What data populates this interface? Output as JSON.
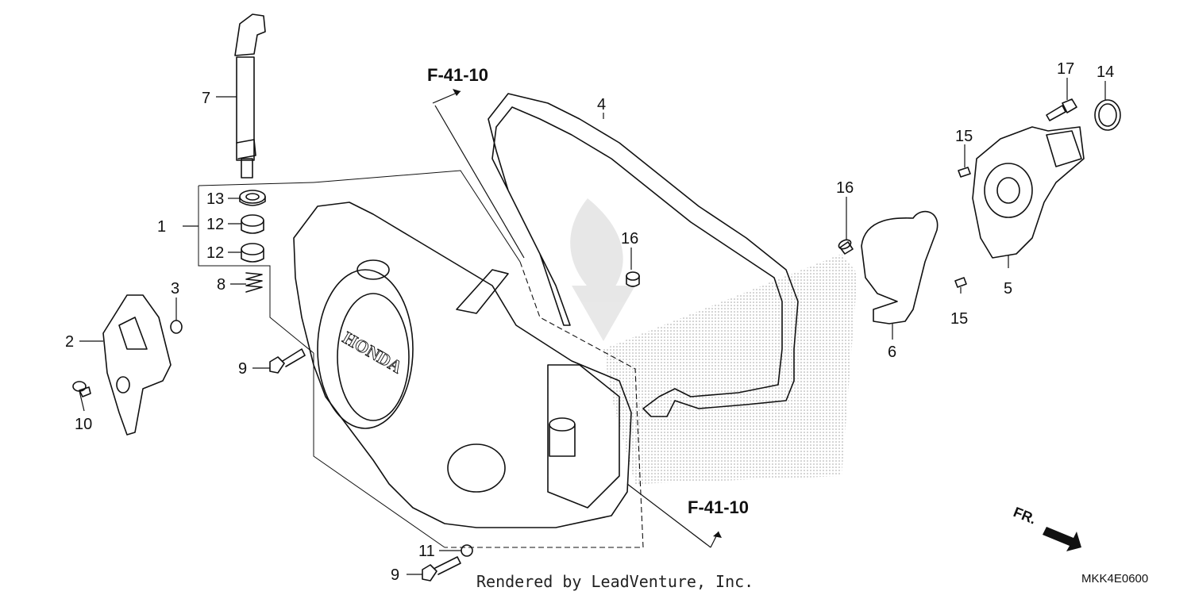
{
  "diagram": {
    "reference_top": "F-41-10",
    "reference_bottom": "F-41-10",
    "credit": "Rendered by LeadVenture, Inc.",
    "diagram_code": "MKK4E0600",
    "front_label": "FR.",
    "cover_brand": "HONDA",
    "callouts": {
      "c1": "1",
      "c2": "2",
      "c3": "3",
      "c4": "4",
      "c5": "5",
      "c6": "6",
      "c7": "7",
      "c8": "8",
      "c9a": "9",
      "c9b": "9",
      "c10": "10",
      "c11": "11",
      "c12a": "12",
      "c12b": "12",
      "c13": "13",
      "c14": "14",
      "c15a": "15",
      "c15b": "15",
      "c16a": "16",
      "c16b": "16",
      "c17": "17"
    }
  }
}
